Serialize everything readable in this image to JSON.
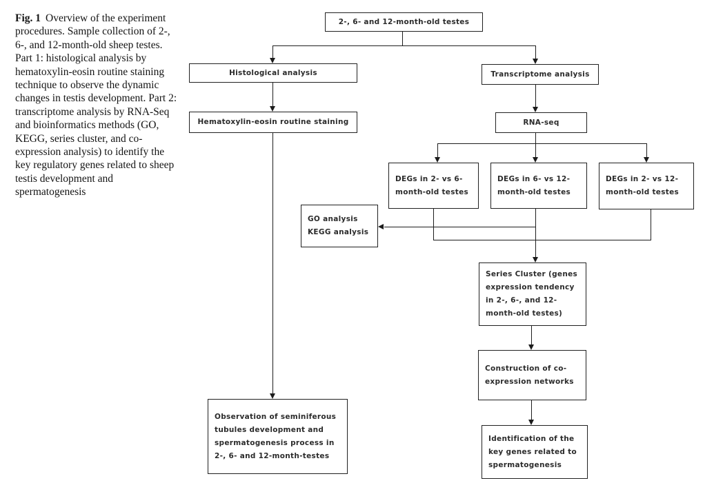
{
  "caption": {
    "label": "Fig. 1",
    "text": "Overview of the experiment procedures. Sample collection of 2-, 6-, and 12-month-old sheep testes. Part 1: histological analysis by hematoxylin-eosin routine staining technique to observe the dynamic changes in testis development. Part 2: transcriptome analysis by RNA-Seq and bioinformatics methods (GO, KEGG, series cluster, and co-expression analysis) to identify the key regulatory genes related to sheep testis development and spermatogenesis"
  },
  "flowchart": {
    "nodes": {
      "testes": "2-, 6- and 12-month-old testes",
      "histological": "Histological analysis",
      "hematoxylin": "Hematoxylin-eosin routine staining",
      "transcriptome": "Transcriptome analysis",
      "rnaseq": "RNA-seq",
      "deg_2_6": "DEGs in 2- vs 6-\nmonth-old testes",
      "deg_6_12": "DEGs in 6- vs 12-\nmonth-old testes",
      "deg_2_12": "DEGs in 2- vs 12-\nmonth-old testes",
      "go_kegg": "GO analysis\nKEGG analysis",
      "series_cluster": "Series Cluster (genes\nexpression tendency\nin 2-, 6-, and 12-\nmonth-old testes)",
      "coexpression": "Construction of co-\nexpression networks",
      "identification": "Identification of the\nkey genes related to\nspermatogenesis",
      "observation": "Observation of seminiferous\ntubules development and\nspermatogenesis process in\n2-, 6- and 12-month-testes"
    }
  },
  "colors": {
    "bg": "#ffffff",
    "line": "#1c1c1c",
    "text": "#2b2b2b",
    "border": "#1f1f1f"
  }
}
